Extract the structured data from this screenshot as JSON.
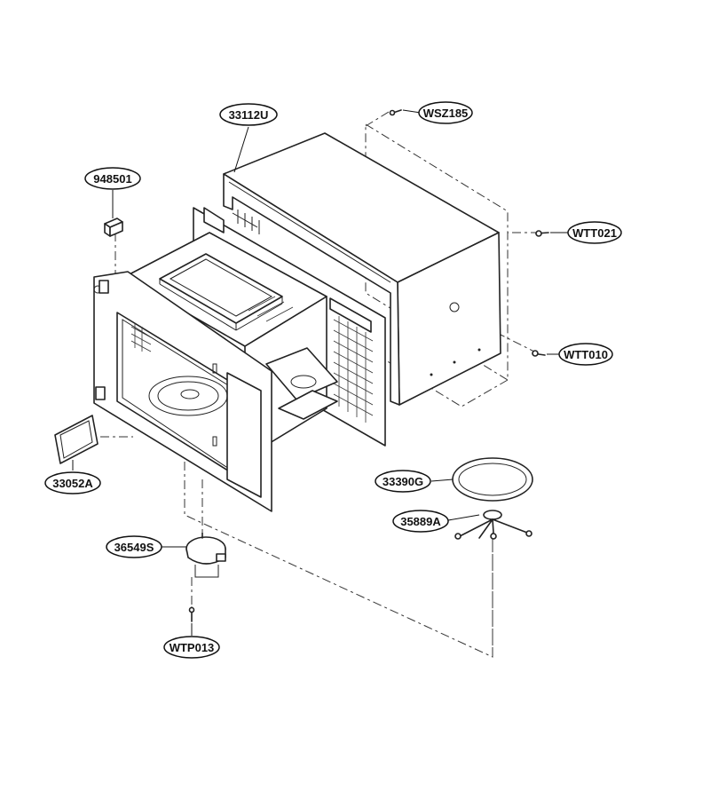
{
  "parts": [
    {
      "id": "part-33112U",
      "label": "33112U"
    },
    {
      "id": "part-WSZ185",
      "label": "WSZ185"
    },
    {
      "id": "part-948501",
      "label": "948501"
    },
    {
      "id": "part-WTT021",
      "label": "WTT021"
    },
    {
      "id": "part-WTT010",
      "label": "WTT010"
    },
    {
      "id": "part-33052A",
      "label": "33052A"
    },
    {
      "id": "part-33390G",
      "label": "33390G"
    },
    {
      "id": "part-35889A",
      "label": "35889A"
    },
    {
      "id": "part-36549S",
      "label": "36549S"
    },
    {
      "id": "part-WTP013",
      "label": "WTP013"
    }
  ]
}
